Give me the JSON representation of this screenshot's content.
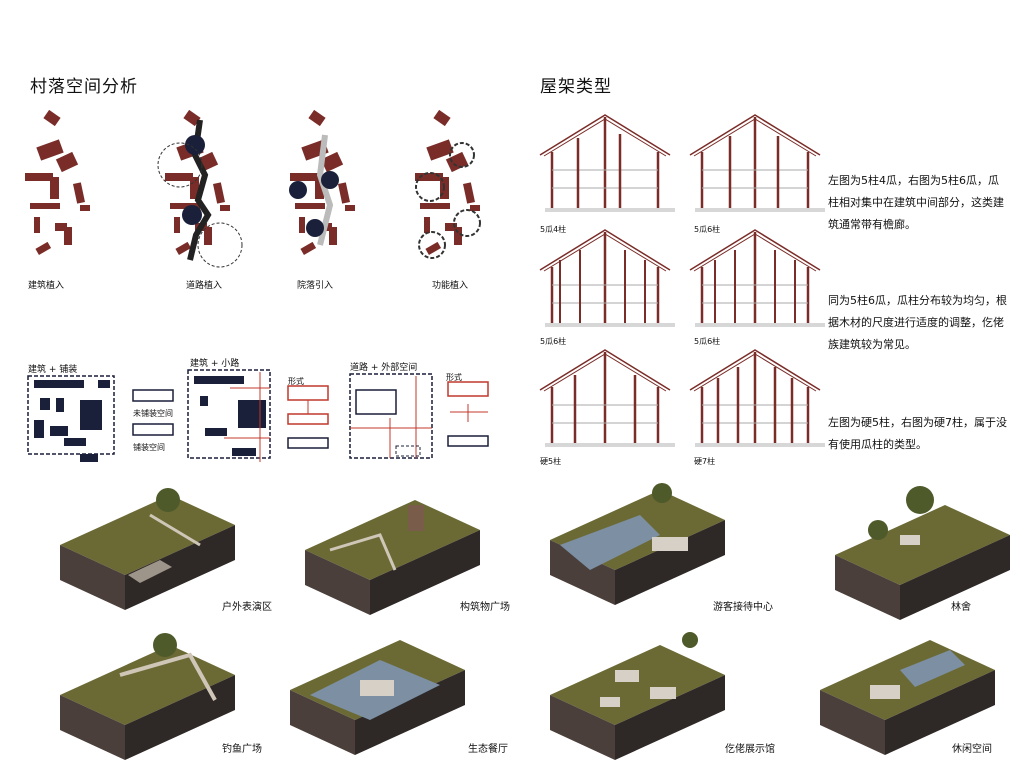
{
  "titles": {
    "village": "村落空间分析",
    "roof": "屋架类型"
  },
  "analysis_captions": [
    "建筑植入",
    "道路植入",
    "院落引入",
    "功能植入"
  ],
  "pattern_labels": {
    "g1": "建筑 + 铺装",
    "g2": "建筑 + 小路",
    "g3": "道路 + 外部空间",
    "legend_unpaved": "未铺装空间",
    "legend_paved": "铺装空间",
    "form1": "形式",
    "form2": "形式"
  },
  "truss_captions": [
    "5瓜4柱",
    "5瓜6柱",
    "5瓜6柱",
    "5瓜6柱",
    "硬5柱",
    "硬7柱"
  ],
  "truss_notes": [
    "左图为5柱4瓜，右图为5柱6瓜，瓜柱相对集中在建筑中间部分，这类建筑通常带有檐廊。",
    "同为5柱6瓜，瓜柱分布较为均匀，根据木材的尺度进行适度的调整，仡佬族建筑较为常见。",
    "左图为硬5柱，右图为硬7柱，属于没有使用瓜柱的类型。"
  ],
  "site_labels": [
    "户外表演区",
    "构筑物广场",
    "游客接待中心",
    "林舍",
    "钓鱼广场",
    "生态餐厅",
    "仡佬展示馆",
    "休闲空间"
  ],
  "colors": {
    "brick": "#7a2d28",
    "navy": "#1a1f3a",
    "grass": "#6b6a35",
    "soil": "#3b3330",
    "water": "#7d8fa3",
    "red_line": "#c0392b"
  }
}
